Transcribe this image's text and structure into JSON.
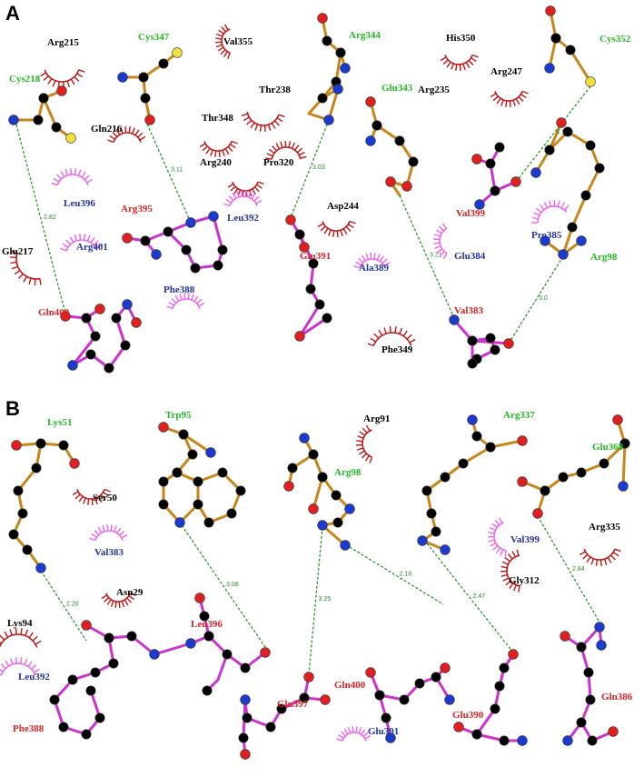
{
  "colors": {
    "ligand_bond": "#cc33cc",
    "protein_bond": "#c8861a",
    "hbond": "#2a9a2a",
    "carbon": "#000000",
    "oxygen": "#e02020",
    "nitrogen": "#1a3ad0",
    "sulfur": "#f0e040",
    "label_green": "#22bb22",
    "label_red": "#dd2222",
    "label_blue": "#2233aa",
    "label_black": "#000000",
    "arc_red": "#c01818",
    "arc_pink": "#ee66ee"
  },
  "panels": [
    {
      "letter": "A",
      "labels": [
        {
          "text": "Arg215",
          "color": "black"
        },
        {
          "text": "Cys347",
          "color": "green"
        },
        {
          "text": "Val355",
          "color": "black"
        },
        {
          "text": "Arg344",
          "color": "green"
        },
        {
          "text": "His350",
          "color": "black"
        },
        {
          "text": "Cys352",
          "color": "green"
        },
        {
          "text": "Cys218",
          "color": "green"
        },
        {
          "text": "Arg247",
          "color": "black"
        },
        {
          "text": "Thr238",
          "color": "black"
        },
        {
          "text": "Glu343",
          "color": "green"
        },
        {
          "text": "Arg235",
          "color": "black"
        },
        {
          "text": "Gln216",
          "color": "black"
        },
        {
          "text": "Thr348",
          "color": "black"
        },
        {
          "text": "Arg240",
          "color": "black"
        },
        {
          "text": "Pro320",
          "color": "black"
        },
        {
          "text": "Leu396",
          "color": "blue"
        },
        {
          "text": "Arg395",
          "color": "red"
        },
        {
          "text": "Leu392",
          "color": "blue"
        },
        {
          "text": "Asp244",
          "color": "black"
        },
        {
          "text": "Val399",
          "color": "red"
        },
        {
          "text": "Pro385",
          "color": "blue"
        },
        {
          "text": "Glu384",
          "color": "blue"
        },
        {
          "text": "Arg98",
          "color": "green"
        },
        {
          "text": "Glu217",
          "color": "black"
        },
        {
          "text": "Arg401",
          "color": "blue"
        },
        {
          "text": "Glu391",
          "color": "red"
        },
        {
          "text": "Ala389",
          "color": "blue"
        },
        {
          "text": "Gln400",
          "color": "red"
        },
        {
          "text": "Phe388",
          "color": "blue"
        },
        {
          "text": "Val383",
          "color": "red"
        },
        {
          "text": "Phe349",
          "color": "black"
        }
      ],
      "hbond_distances": [
        "2.82",
        "3.11",
        "3.03",
        "3.11",
        "3.21",
        "3.0"
      ]
    },
    {
      "letter": "B",
      "labels": [
        {
          "text": "Lys51",
          "color": "green"
        },
        {
          "text": "Trp95",
          "color": "green"
        },
        {
          "text": "Arg91",
          "color": "black"
        },
        {
          "text": "Arg337",
          "color": "green"
        },
        {
          "text": "Glu368",
          "color": "green"
        },
        {
          "text": "Arg98",
          "color": "green"
        },
        {
          "text": "Ser50",
          "color": "black"
        },
        {
          "text": "Arg335",
          "color": "black"
        },
        {
          "text": "Val383",
          "color": "blue"
        },
        {
          "text": "Val399",
          "color": "blue"
        },
        {
          "text": "Gly312",
          "color": "black"
        },
        {
          "text": "Asn29",
          "color": "black"
        },
        {
          "text": "Leu396",
          "color": "red"
        },
        {
          "text": "Lys94",
          "color": "black"
        },
        {
          "text": "Leu392",
          "color": "blue"
        },
        {
          "text": "Gln400",
          "color": "red"
        },
        {
          "text": "Gln386",
          "color": "red"
        },
        {
          "text": "Phe388",
          "color": "red"
        },
        {
          "text": "Glu397",
          "color": "red"
        },
        {
          "text": "Glu390",
          "color": "red"
        },
        {
          "text": "Glu391",
          "color": "blue"
        }
      ],
      "hbond_distances": [
        "2.20",
        "3.06",
        "3.25",
        "2.18",
        "2.47",
        "2.84"
      ]
    }
  ]
}
